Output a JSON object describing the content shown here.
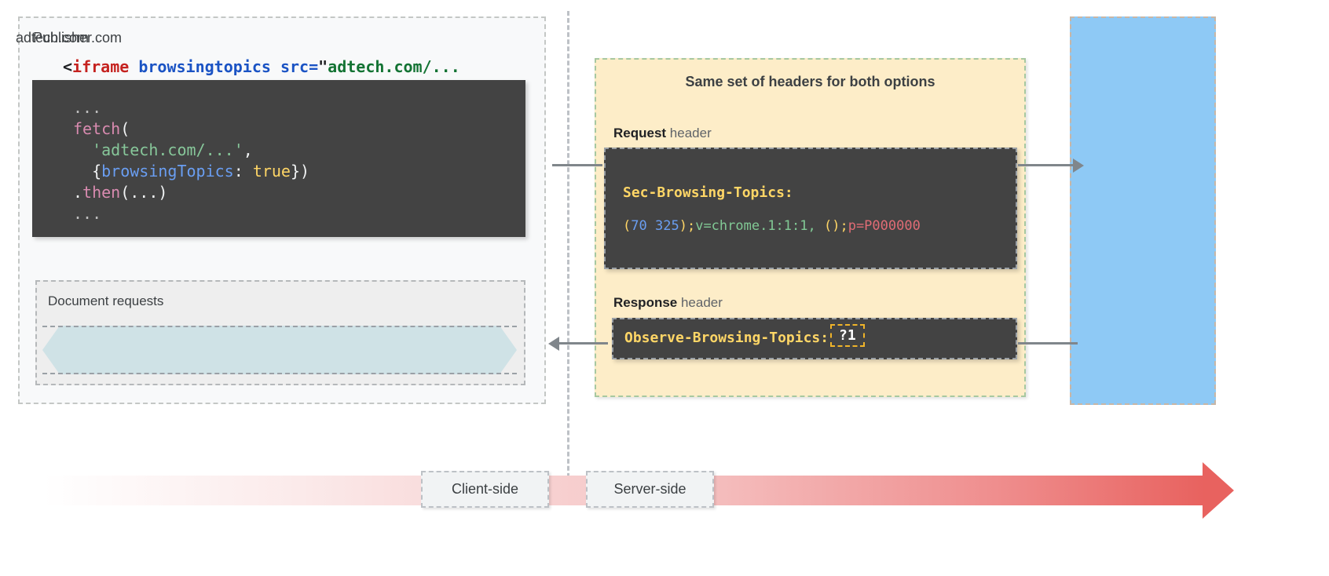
{
  "publisher": {
    "label": "Publisher.com",
    "fetch_code": {
      "line1": "...",
      "line2_fn": "fetch",
      "line2_paren": "(",
      "line3_str": "'adtech.com/...'",
      "line3_comma": ",",
      "line4_open": "{",
      "line4_prop": "browsingTopics",
      "line4_colon": ": ",
      "line4_bool": "true",
      "line4_close": "})",
      "line5_dot": ".",
      "line5_fn": "then",
      "line5_args": "(...)",
      "line6": "..."
    },
    "document_requests": {
      "label": "Document requests",
      "code_punct_open": "<",
      "code_tag": "iframe",
      "code_attr": " browsingtopics src=",
      "code_quote": "\"",
      "code_value": "adtech.com/..."
    }
  },
  "headers_panel": {
    "title": "Same set of headers for both options",
    "request_caption_bold": "Request",
    "request_caption_rest": " header",
    "response_caption_bold": "Response",
    "response_caption_rest": " header",
    "request_header_name": "Sec-Browsing-Topics:",
    "request_header_value": {
      "paren_open": "(",
      "topic_a": "70",
      "space": " ",
      "topic_b": "325",
      "paren_close": ")",
      "semi1": ";",
      "version": "v=chrome.1:1:1,",
      "empty_set": " ()",
      "semi2": ";",
      "precision": "p=P000000"
    },
    "response_header_name": "Observe-Browsing-Topics:",
    "response_header_value": "?1"
  },
  "adtech": {
    "label": "adtech.com"
  },
  "timeline": {
    "client_label": "Client-side",
    "server_label": "Server-side"
  },
  "colors": {
    "panel_yellow": "#fdedc8",
    "panel_blue": "#8ec9f5",
    "code_bg": "#434343",
    "chip_teal": "#cfe2e6",
    "accent_red": "#e8625f",
    "header_name_yellow": "#ffd666"
  }
}
